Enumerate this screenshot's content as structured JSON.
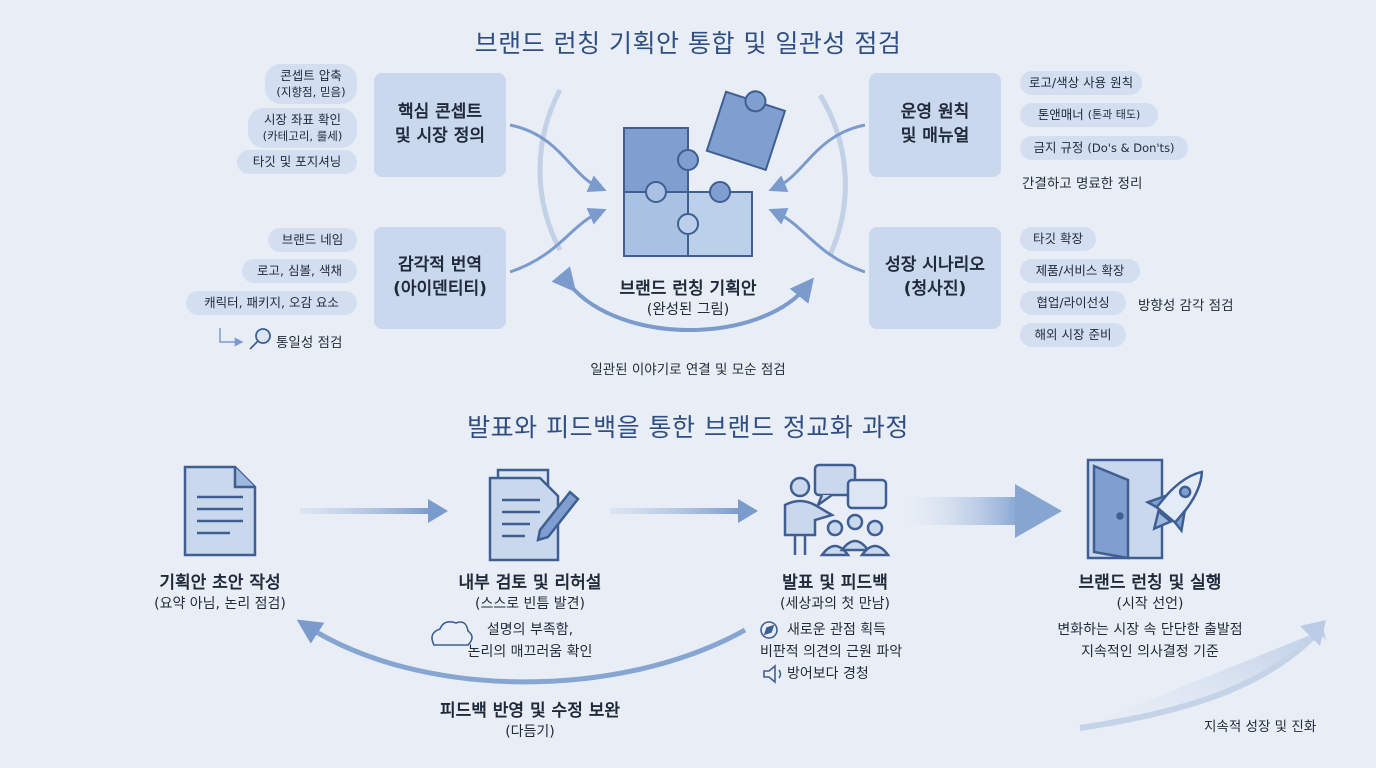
{
  "top_title": "브랜드 런칭 기획안 통합 및 일관성 점검",
  "left_upper": {
    "box_line1": "핵심 콘셉트",
    "box_line2": "및 시장 정의",
    "pill1_line1": "콘셉트 압축",
    "pill1_line2": "(지향점, 믿음)",
    "pill2_line1": "시장 좌표 확인",
    "pill2_line2": "(카테고리, 룰세)",
    "pill3": "타깃 및 포지셔닝"
  },
  "left_lower": {
    "box_line1": "감각적 번역",
    "box_line2": "(아이덴티티)",
    "pill1": "브랜드 네임",
    "pill2": "로고, 심볼, 색채",
    "pill3": "캐릭터, 패키지, 오감 요소",
    "check": "통일성 점검"
  },
  "center": {
    "label1": "브랜드 런칭 기획안",
    "label2": "(완성된 그림)",
    "caption": "일관된 이야기로 연결 및 모순 점검"
  },
  "right_upper": {
    "box_line1": "운영 원칙",
    "box_line2": "및 매뉴얼",
    "pill1": "로고/색상 사용 원칙",
    "pill2_main": "톤앤매너",
    "pill2_sub": "(톤과 태도)",
    "pill3_main": "금지 규정",
    "pill3_sub": "(Do's & Don'ts)",
    "note": "간결하고 명료한 정리"
  },
  "right_lower": {
    "box_line1": "성장 시나리오",
    "box_line2": "(청사진)",
    "pill1": "타깃 확장",
    "pill2": "제품/서비스 확장",
    "pill3": "협업/라이선싱",
    "pill4": "해외 시장 준비",
    "note": "방향성 감각 점검"
  },
  "bottom_title": "발표와 피드백을 통한 브랜드 정교화 과정",
  "steps": [
    {
      "title": "기획안 초안 작성",
      "sub": "(요약 아님, 논리 점검)"
    },
    {
      "title": "내부 검토 및 리허설",
      "sub": "(스스로 빈틈 발견)",
      "note1": "설명의 부족함,",
      "note2": "논리의 매끄러움 확인"
    },
    {
      "title": "발표 및 피드백",
      "sub": "(세상과의 첫 만남)",
      "note1": "새로운 관점 획득",
      "note2": "비판적 의견의 근원 파악",
      "note3": "방어보다 경청"
    },
    {
      "title": "브랜드 런칭 및 실행",
      "sub": "(시작 선언)",
      "note1": "변화하는 시장 속 단단한 출발점",
      "note2": "지속적인 의사결정 기준"
    }
  ],
  "feedback_loop": {
    "label1": "피드백 반영 및 수정 보완",
    "label2": "(다듬기)"
  },
  "growth": "지속적 성장 및 진화",
  "colors": {
    "accent": "#5f86bf",
    "box": "#c9d8ed",
    "pill": "#d3dff0",
    "title": "#2f4f82"
  }
}
